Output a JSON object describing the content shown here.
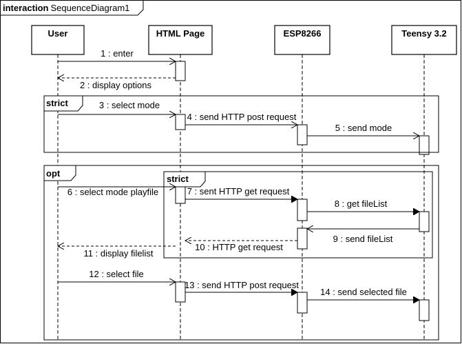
{
  "diagram": {
    "title_keyword": "interaction",
    "title_name": "SequenceDiagram1",
    "lifelines": [
      "User",
      "HTML Page",
      "ESP8266",
      "Teensy 3.2"
    ],
    "fragments": {
      "strict_1": "strict",
      "opt": "opt",
      "strict_2": "strict"
    },
    "messages": [
      "1 : enter",
      "2 : display options",
      "3 : select mode",
      "4 : send HTTP post request",
      "5 : send mode",
      "6 : select mode playfile",
      "7 : sent HTTP get request",
      "8 : get fileList",
      "9 : send fileList",
      "10 : HTTP get request",
      "11 : display filelist",
      "12 : select file",
      "13 : send HTTP post request",
      "14 : send selected file"
    ]
  }
}
